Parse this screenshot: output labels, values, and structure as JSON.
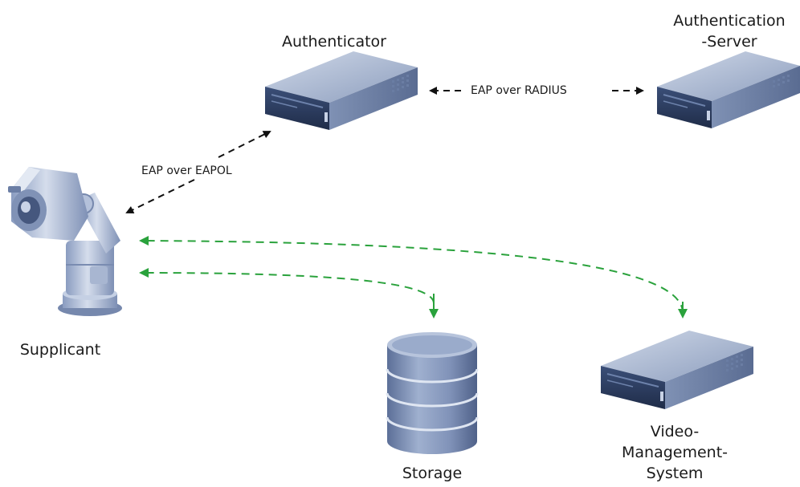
{
  "nodes": {
    "authenticator": {
      "label": "Authenticator"
    },
    "auth_server": {
      "label_line1": "Authentication",
      "label_line2": "-Server"
    },
    "supplicant": {
      "label": "Supplicant"
    },
    "storage": {
      "label": "Storage"
    },
    "vms": {
      "label_line1": "Video-",
      "label_line2": "Management-",
      "label_line3": "System"
    }
  },
  "connections": {
    "eap_radius": {
      "label": "EAP over RADIUS"
    },
    "eap_eapol": {
      "label": "EAP over EAPOL"
    }
  },
  "colors": {
    "auth_link": "#111111",
    "data_link": "#2aa23c",
    "server_body": "#9fb0cc",
    "server_front": "#2c3d60"
  }
}
